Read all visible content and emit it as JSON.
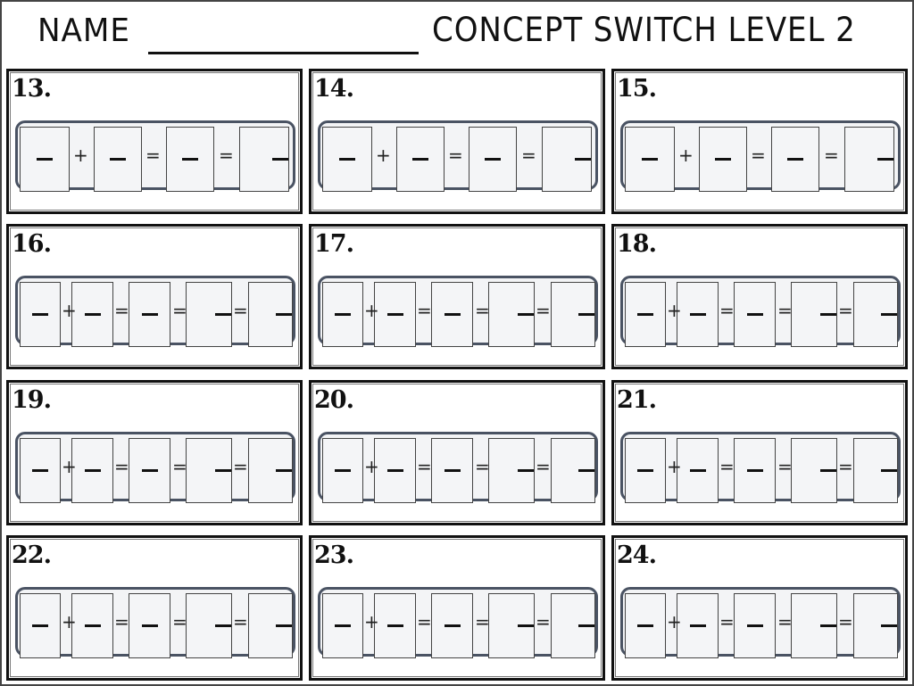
{
  "header": {
    "name_label": "NAME",
    "title": "CONCEPT SWITCH LEVEL 2"
  },
  "colors": {
    "card_border": "#111111",
    "strip_border": "#4a5363",
    "strip_fill": "#f3f4f6",
    "box_border": "#444444"
  },
  "problems": [
    {
      "number": "13.",
      "layout": "four-box",
      "operators": [
        "+",
        "=",
        "="
      ]
    },
    {
      "number": "14.",
      "layout": "four-box",
      "operators": [
        "+",
        "=",
        "="
      ]
    },
    {
      "number": "15.",
      "layout": "four-box",
      "operators": [
        "+",
        "=",
        "="
      ]
    },
    {
      "number": "16.",
      "layout": "five-box",
      "operators": [
        "+",
        "=",
        "=",
        "="
      ]
    },
    {
      "number": "17.",
      "layout": "five-box",
      "operators": [
        "+",
        "=",
        "=",
        "="
      ]
    },
    {
      "number": "18.",
      "layout": "five-box",
      "operators": [
        "+",
        "=",
        "=",
        "="
      ]
    },
    {
      "number": "19.",
      "layout": "five-box",
      "operators": [
        "+",
        "=",
        "=",
        "="
      ]
    },
    {
      "number": "20.",
      "layout": "five-box",
      "operators": [
        "+",
        "=",
        "=",
        "="
      ]
    },
    {
      "number": "21.",
      "layout": "five-box",
      "operators": [
        "+",
        "=",
        "=",
        "="
      ]
    },
    {
      "number": "22.",
      "layout": "five-box",
      "operators": [
        "+",
        "=",
        "=",
        "="
      ]
    },
    {
      "number": "23.",
      "layout": "five-box",
      "operators": [
        "+",
        "=",
        "=",
        "="
      ]
    },
    {
      "number": "24.",
      "layout": "five-box",
      "operators": [
        "+",
        "=",
        "=",
        "="
      ]
    }
  ]
}
